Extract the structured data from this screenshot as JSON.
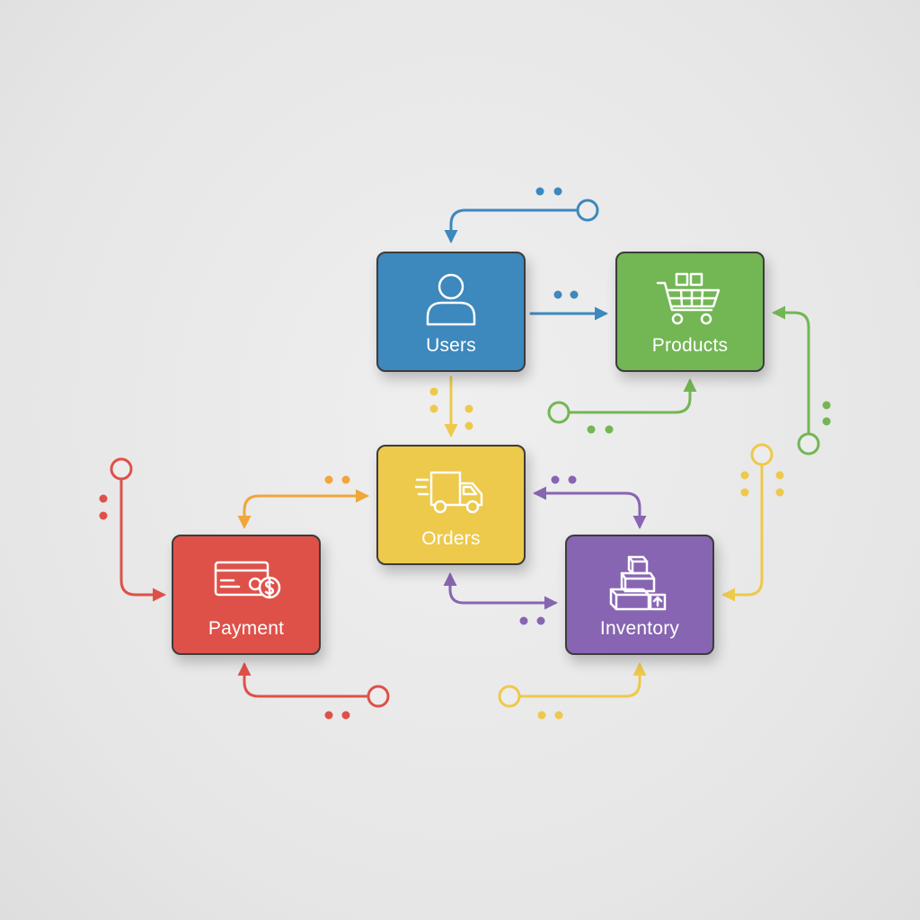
{
  "colors": {
    "background": "#e8e8e8",
    "users": "#3d88bd",
    "products": "#73b654",
    "orders": "#edc94c",
    "payment": "#de5149",
    "inventory": "#8765b2",
    "node_border": "#3c3c3c",
    "label": "#ffffff"
  },
  "nodes": [
    {
      "id": "users",
      "label": "Users",
      "icon": "user-icon",
      "color": "#3d88bd"
    },
    {
      "id": "products",
      "label": "Products",
      "icon": "shopping-cart-icon",
      "color": "#73b654"
    },
    {
      "id": "orders",
      "label": "Orders",
      "icon": "delivery-truck-icon",
      "color": "#edc94c"
    },
    {
      "id": "payment",
      "label": "Payment",
      "icon": "credit-card-icon",
      "color": "#de5149"
    },
    {
      "id": "inventory",
      "label": "Inventory",
      "icon": "stacked-boxes-icon",
      "color": "#8765b2"
    }
  ],
  "connections": [
    {
      "from": "external",
      "to": "users",
      "color": "#3d88bd"
    },
    {
      "from": "users",
      "to": "products",
      "color": "#3d88bd"
    },
    {
      "from": "users",
      "to": "orders",
      "color": "#edc94c"
    },
    {
      "from": "external",
      "to": "products",
      "color": "#73b654"
    },
    {
      "from": "external",
      "to": "products",
      "color": "#73b654"
    },
    {
      "from": "orders",
      "to": "payment",
      "color": "#f0a63a",
      "bidirectional": true
    },
    {
      "from": "orders",
      "to": "inventory",
      "color": "#8765b2",
      "bidirectional": true
    },
    {
      "from": "inventory",
      "to": "orders",
      "color": "#8765b2",
      "bidirectional": true
    },
    {
      "from": "external",
      "to": "payment",
      "color": "#de5149"
    },
    {
      "from": "external",
      "to": "payment",
      "color": "#de5149"
    },
    {
      "from": "external",
      "to": "inventory",
      "color": "#edc94c"
    },
    {
      "from": "external",
      "to": "inventory",
      "color": "#edc94c"
    }
  ]
}
